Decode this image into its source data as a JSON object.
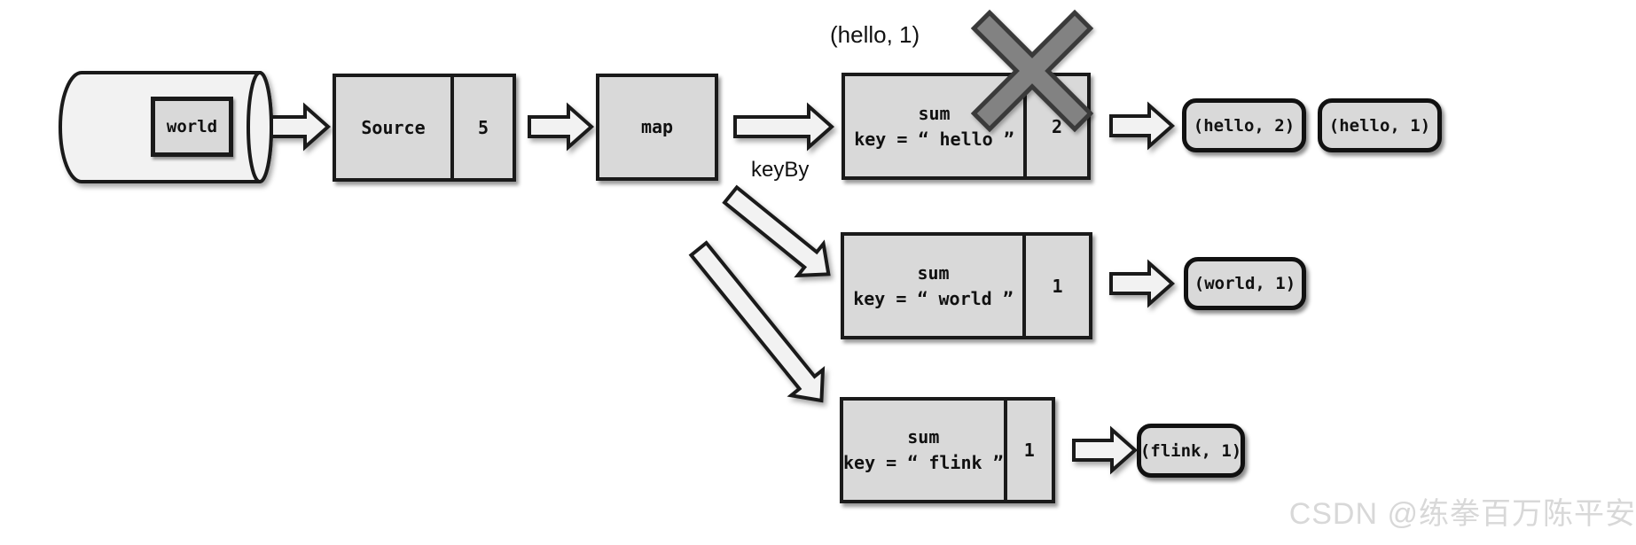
{
  "colors": {
    "box_fill": "#d9d9d9",
    "light_fill": "#f2f2f2",
    "stroke": "#1a1a1a",
    "x_fill": "#828282",
    "x_stroke": "#3a3a3a",
    "watermark": "#d8d8d8"
  },
  "pipeline": {
    "input_record": "world",
    "source": {
      "label": "Source",
      "state": "5"
    },
    "map": {
      "label": "map"
    },
    "keyby_label": "keyBy",
    "failed_record": "(hello, 1)",
    "tasks": [
      {
        "op": "sum",
        "key_line": "key = “ hello ”",
        "state": "2",
        "crossed_out": true,
        "outputs": [
          "(hello, 2)",
          "(hello, 1)"
        ]
      },
      {
        "op": "sum",
        "key_line": "key = “ world ”",
        "state": "1",
        "crossed_out": false,
        "outputs": [
          "(world, 1)"
        ]
      },
      {
        "op": "sum",
        "key_line": "key = “ flink ”",
        "state": "1",
        "crossed_out": false,
        "outputs": [
          "(flink, 1)"
        ]
      }
    ]
  },
  "icons": {
    "failure": "x-mark-icon",
    "flow": "arrow-right-icon",
    "source_store": "cylinder-icon"
  },
  "watermark": "CSDN @练拳百万陈平安"
}
